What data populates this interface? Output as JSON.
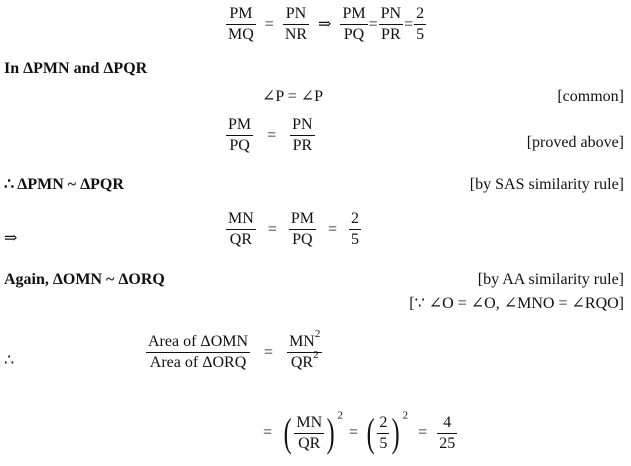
{
  "eq1": {
    "f1_num": "PM",
    "f1_den": "MQ",
    "eq": "=",
    "f2_num": "PN",
    "f2_den": "NR",
    "implies": "⇒",
    "f3_num": "PM",
    "f3_den": "PQ",
    "eq2": "=",
    "f4_num": "PN",
    "f4_den": "PR",
    "eq3": "=",
    "f5_num": "2",
    "f5_den": "5"
  },
  "line_in": "In ΔPMN and ΔPQR",
  "eq2": {
    "text": "∠P = ∠P",
    "reason": "[common]"
  },
  "eq3": {
    "f1_num": "PM",
    "f1_den": "PQ",
    "eq": "=",
    "f2_num": "PN",
    "f2_den": "PR",
    "reason": "[proved above]"
  },
  "concl1": {
    "text": "∴ ΔPMN ~ ΔPQR",
    "reason": "[by SAS similarity rule]"
  },
  "eq4": {
    "arrow": "⇒",
    "f1_num": "MN",
    "f1_den": "QR",
    "eq": "=",
    "f2_num": "PM",
    "f2_den": "PQ",
    "eq2": "=",
    "f3_num": "2",
    "f3_den": "5"
  },
  "again": {
    "text": "Again, ΔOMN ~ ΔORQ",
    "reason": "[by AA similarity rule]",
    "reason2": "[∵ ∠O = ∠O, ∠MNO = ∠RQO]"
  },
  "eq5": {
    "therefore": "∴",
    "num": "Area of ΔOMN",
    "den": "Area of ΔORQ",
    "eq": "=",
    "r_num": "MN",
    "r_num_exp": "2",
    "r_den": "QR",
    "r_den_exp": "2"
  },
  "eq6": {
    "eq": "=",
    "lp": "(",
    "f1_num": "MN",
    "f1_den": "QR",
    "rp": ")",
    "exp1": "2",
    "eq2": "=",
    "lp2": "(",
    "f2_num": "2",
    "f2_den": "5",
    "rp2": ")",
    "exp2": "2",
    "eq3": "=",
    "f3_num": "4",
    "f3_den": "25"
  }
}
